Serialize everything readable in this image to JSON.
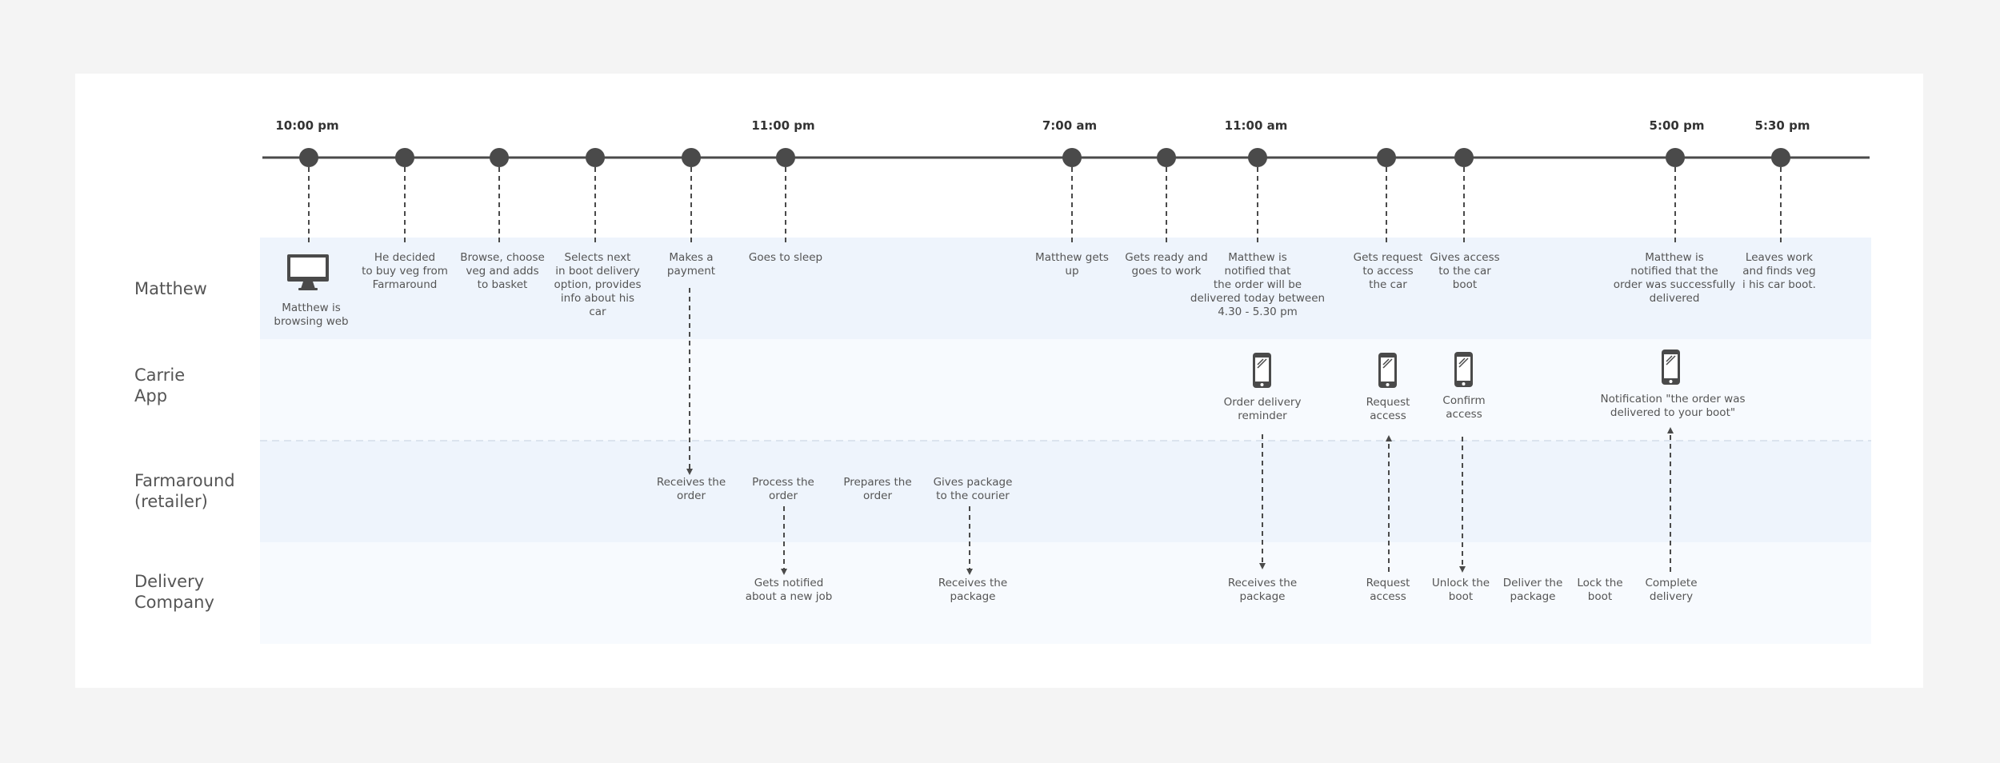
{
  "lanes": {
    "matthew": "Matthew",
    "carrie_app": "Carrie\nApp",
    "farmaround": "Farmaround\n(retailer)",
    "delivery": "Delivery\nCompany"
  },
  "times": {
    "t1": "10:00 pm",
    "t2": "11:00 pm",
    "t3": "7:00 am",
    "t4": "11:00 am",
    "t5": "5:00 pm",
    "t6": "5:30 pm"
  },
  "matthew_steps": {
    "browsing": "Matthew is\nbrowsing web",
    "decided": "He decided\nto buy veg from\nFarmaround",
    "browse": "Browse, choose\nveg and adds\nto basket",
    "selects": "Selects next\nin boot delivery\noption, provides\ninfo about his\ncar",
    "payment": "Makes a\npayment",
    "sleep": "Goes to sleep",
    "gets_up": "Matthew gets\nup",
    "ready": "Gets ready and\ngoes to work",
    "notified": "Matthew is\nnotified that\nthe order will be\ndelivered today between\n4.30 - 5.30 pm",
    "request": "Gets request\nto access\nthe car",
    "gives_access": "Gives access\nto the car\nboot",
    "notified_delivered": "Matthew is\nnotified that the\norder was successfully\ndelivered",
    "leaves": "Leaves work\nand finds veg\ni his car boot."
  },
  "app_steps": {
    "reminder": "Order delivery\nreminder",
    "request_access": "Request\naccess",
    "confirm_access": "Confirm\naccess",
    "notification": "Notification \"the order was\ndelivered to your boot\""
  },
  "retailer_steps": {
    "receives_order": "Receives the\norder",
    "process_order": "Process the\norder",
    "prepares_order": "Prepares the\norder",
    "gives_package": "Gives package\nto the courier"
  },
  "delivery_steps": {
    "notified_job": "Gets notified\nabout a new job",
    "receives_package": "Receives the\npackage",
    "receives_package2": "Receives the\npackage",
    "request_access": "Request\naccess",
    "unlock": "Unlock the\nboot",
    "deliver": "Deliver the\npackage",
    "lock": "Lock the\nboot",
    "complete": "Complete\ndelivery"
  },
  "icons": {
    "desktop": "desktop-icon",
    "phone": "mobile-phone-icon"
  },
  "colors": {
    "background": "#f4f4f4",
    "card": "#ffffff",
    "band_matthew": "#eef4fc",
    "band_app": "#f7fafe",
    "band_retailer": "#eef4fc",
    "band_delivery": "#f7fafe",
    "line": "#4a4a4a"
  }
}
